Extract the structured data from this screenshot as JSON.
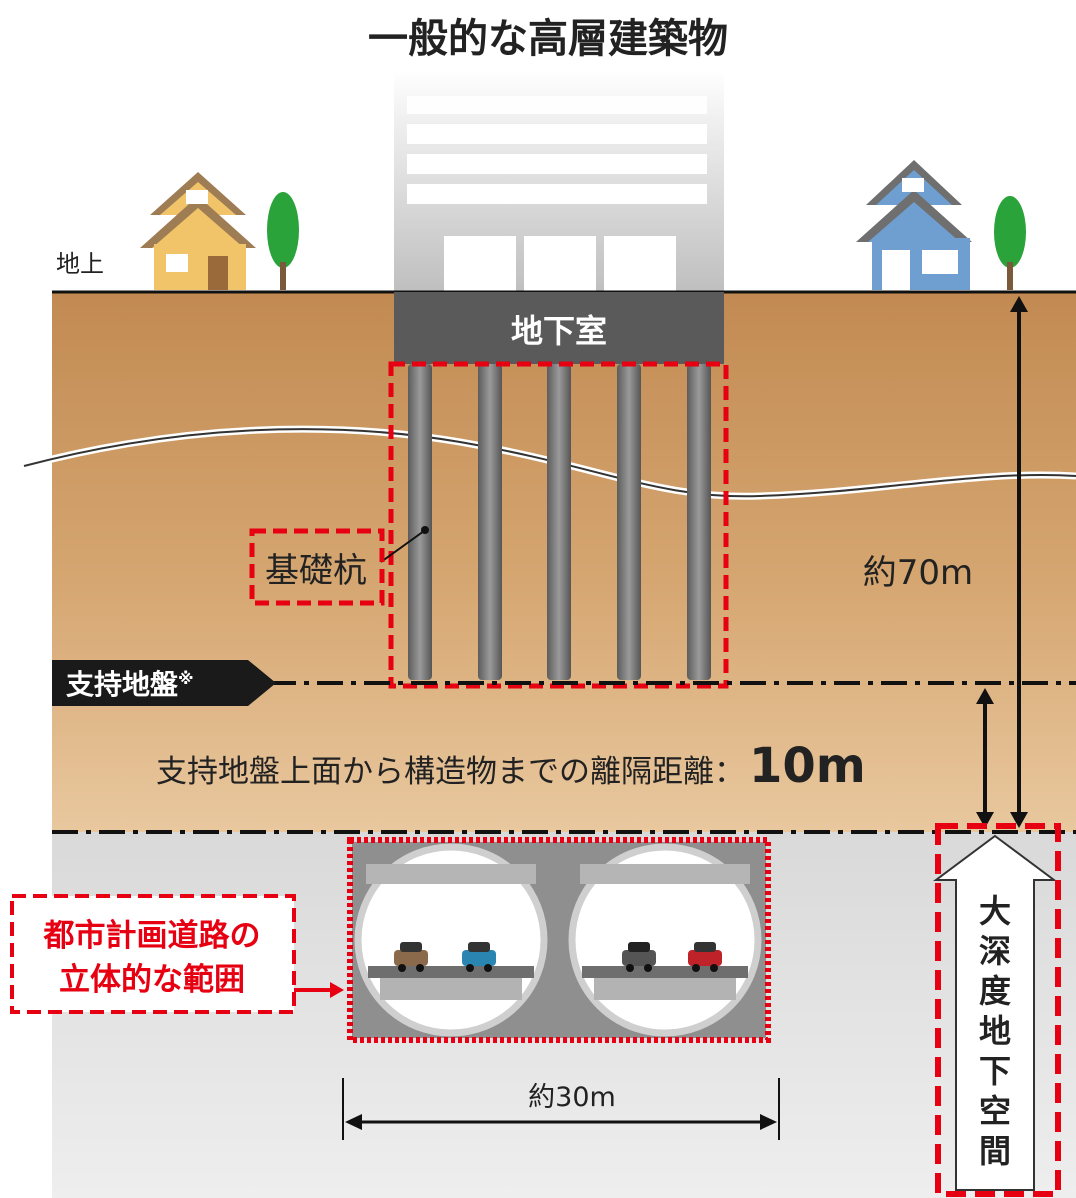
{
  "title": "一般的な高層建築物",
  "labels": {
    "ground": "地上",
    "basement": "地下室",
    "piles": "基礎杭",
    "bearing_stratum": "支持地盤",
    "bearing_note_mark": "※",
    "separation_text": "支持地盤上面から構造物までの離隔距離：",
    "separation_value": "10m",
    "depth_total": "約70m",
    "road_range_line1": "都市計画道路の",
    "road_range_line2": "立体的な範囲",
    "width": "約30m",
    "deep_underground": [
      "大",
      "深",
      "度",
      "地",
      "下",
      "空",
      "間"
    ]
  },
  "icons": [
    "house-icon",
    "tree-icon",
    "car-icon",
    "arrow-icon"
  ],
  "colors": {
    "soil_top": "#c98f55",
    "soil_bottom": "#e8c49a",
    "deep_layer": "#e6e6e6",
    "building": "#5a5a5a",
    "highlight_red": "#e60012",
    "label_dark": "#222222",
    "house_yellow": "#f1c46a",
    "house_blue": "#6f9fd1",
    "tree_green": "#29a33a"
  }
}
